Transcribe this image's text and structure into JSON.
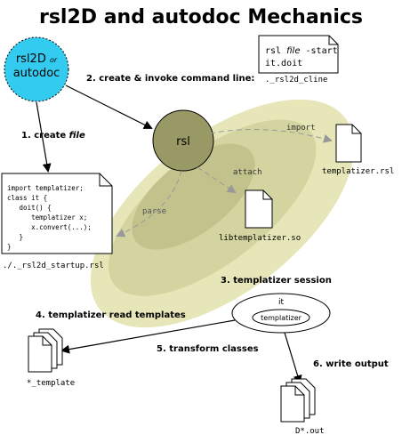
{
  "title": "rsl2D and autodoc Mechanics",
  "start_node": {
    "line1": "rsl2D",
    "or": "or",
    "line2": "autodoc"
  },
  "rsl_node": "rsl",
  "steps": {
    "create_file": {
      "prefix": "1. create ",
      "italic": "file"
    },
    "invoke": "2. create & invoke command line:",
    "session": "3. templatizer session",
    "read_templates": "4. templatizer read templates",
    "transform": "5. transform classes",
    "write_output": "6. write output"
  },
  "cline_doc": {
    "line1_a": "rsl ",
    "line1_b": "file",
    "line1_c": " -start",
    "line2": "it.doit",
    "filename": "._rsl2d_cline"
  },
  "startup_doc": {
    "lines": [
      "import templatizer;",
      "class it {",
      "   doit() {",
      "      templatizer x;",
      "      x.convert(...);",
      "   }",
      "}"
    ],
    "filename": "./._rsl2d_startup.rsl"
  },
  "edge_labels": {
    "import": "import",
    "attach": "attach",
    "parse": "parse"
  },
  "files": {
    "templatizer_rsl": "templatizer.rsl",
    "libtemplatizer": "libtemplatizer.so",
    "templates": "*_template",
    "outputs": "D*.out"
  },
  "session_node": {
    "outer": "it",
    "inner": "templatizer"
  },
  "colors": {
    "start_fill": "#33ccf0",
    "rsl_fill": "#999966",
    "halo_light": "#e6e6b8",
    "halo_mid": "#d4d4a0",
    "halo_dark": "#c2c28c"
  }
}
